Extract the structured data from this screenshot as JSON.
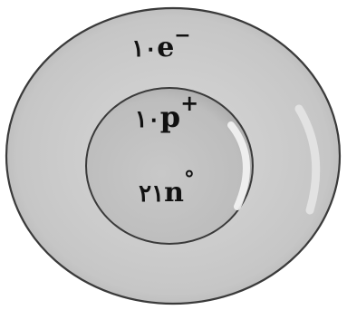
{
  "atom": {
    "electron_shell": {
      "count_label": "١٠",
      "symbol": "e",
      "charge": "−"
    },
    "nucleus": {
      "proton": {
        "count_label": "١٠",
        "symbol": "p",
        "charge": "+"
      },
      "neutron": {
        "count_label": "٢١",
        "symbol": "n",
        "charge": "°"
      }
    }
  },
  "colors": {
    "outer_shell_fill": "#c9c9c9",
    "nucleus_fill": "#c4c4c4",
    "outline": "#3a3a3a",
    "text": "#111111"
  }
}
